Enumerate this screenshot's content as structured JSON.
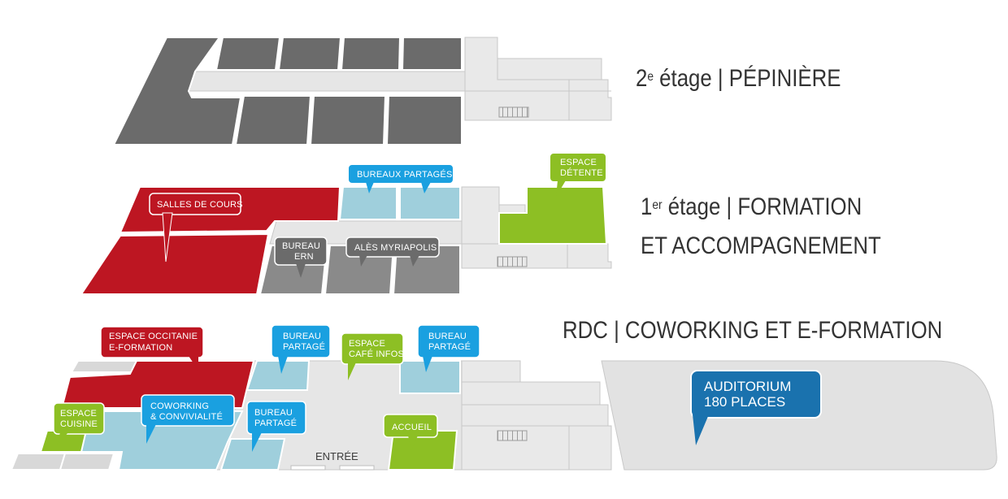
{
  "colors": {
    "dark_grey": "#6b6b6b",
    "mid_grey": "#8a8a8a",
    "light_grey": "#e9e9e9",
    "corridor": "#e6e6e6",
    "red": "#bd1622",
    "light_blue": "#9fcfdc",
    "green": "#8dbf24",
    "blue": "#1aa0e0",
    "dark_blue": "#1a72ae",
    "text": "#333333"
  },
  "floors": {
    "second": {
      "prefix": "2",
      "sup": "e",
      "rest": " étage | PÉPINIÈRE"
    },
    "first": {
      "prefix": "1",
      "sup": "er",
      "rest": " étage | FORMATION",
      "line2": "ET ACCOMPAGNEMENT"
    },
    "ground": {
      "title": "RDC | COWORKING ET E-FORMATION"
    }
  },
  "labels": {
    "bureaux_partages": "BUREAUX PARTAGÉS",
    "espace_detente_1": "ESPACE",
    "espace_detente_2": "DÉTENTE",
    "salles_de_cours": "SALLES DE COURS",
    "bureau_ern_1": "BUREAU",
    "bureau_ern_2": "ERN",
    "ales_myriapolis": "ALÈS MYRIAPOLIS",
    "espace_occitanie_1": "ESPACE OCCITANIE",
    "espace_occitanie_2": "E-FORMATION",
    "bureau_partage_a_1": "BUREAU",
    "bureau_partage_a_2": "PARTAGÉ",
    "espace_cafe_1": "ESPACE",
    "espace_cafe_2": "CAFÉ INFOS",
    "bureau_partage_b_1": "BUREAU",
    "bureau_partage_b_2": "PARTAGÉ",
    "espace_cuisine_1": "ESPACE",
    "espace_cuisine_2": "CUISINE",
    "coworking_1": "COWORKING",
    "coworking_2": "& CONVIVIALITÉ",
    "bureau_partage_c_1": "BUREAU",
    "bureau_partage_c_2": "PARTAGÉ",
    "accueil": "ACCUEIL",
    "entree": "ENTRÉE",
    "auditorium_1": "AUDITORIUM",
    "auditorium_2": "180 PLACES"
  }
}
